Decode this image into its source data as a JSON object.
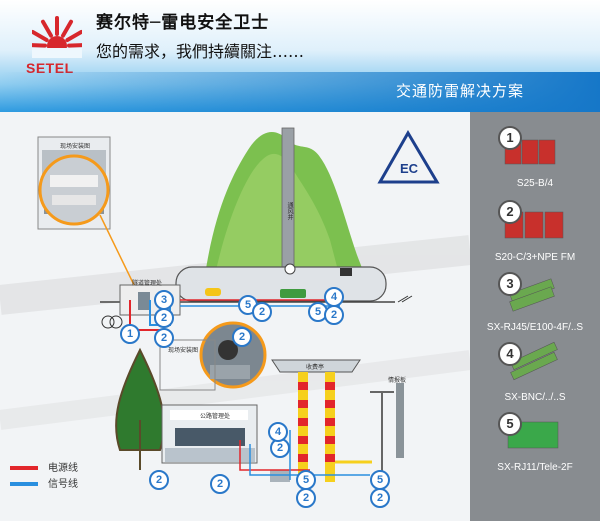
{
  "header": {
    "brand_line": "赛尔特─雷电安全卫士",
    "slogan": "您的需求，我們持續關注……",
    "logo_text": "SETEL",
    "section_title": "交通防雷解决方案"
  },
  "diagram": {
    "tunnel_label": "通风井",
    "tunnel_office_label": "隧道管理处",
    "site_photo_label_top": "现场安装图",
    "site_photo_label_bottom": "现场安装图",
    "office_label": "公路管理处",
    "toll_station_label": "收费亭",
    "monitor_label": "情报板"
  },
  "legend": [
    {
      "label": "电源线",
      "color": "#e2262b"
    },
    {
      "label": "信号线",
      "color": "#2a8fdf"
    }
  ],
  "products": [
    {
      "number": "1",
      "label": "S25-B/4",
      "color": "#c8302c",
      "icon": "power-spd-icon"
    },
    {
      "number": "2",
      "label": "S20-C/3+NPE FM",
      "color": "#c8302c",
      "icon": "power-spd-icon"
    },
    {
      "number": "3",
      "label": "SX-RJ45/E100-4F/..S",
      "color": "#6aa84f",
      "icon": "network-spd-icon"
    },
    {
      "number": "4",
      "label": "SX-BNC/../..S",
      "color": "#6aa84f",
      "icon": "video-spd-icon"
    },
    {
      "number": "5",
      "label": "SX-RJ11/Tele-2F",
      "color": "#3aa84a",
      "icon": "telephone-spd-icon"
    }
  ]
}
